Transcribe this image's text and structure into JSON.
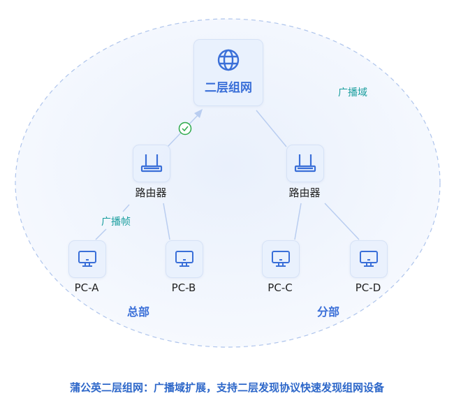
{
  "top_node": {
    "label": "二层组网",
    "icon": "globe-icon"
  },
  "routers": [
    {
      "label": "路由器",
      "icon": "router-icon"
    },
    {
      "label": "路由器",
      "icon": "router-icon"
    }
  ],
  "pcs": [
    {
      "label": "PC-A"
    },
    {
      "label": "PC-B"
    },
    {
      "label": "PC-C"
    },
    {
      "label": "PC-D"
    }
  ],
  "sites": {
    "left": "总部",
    "right": "分部"
  },
  "annotations": {
    "domain": "广播域",
    "frame": "广播帧"
  },
  "caption": "蒲公英二层组网：广播域扩展，支持二层发现协议快速发现组网设备",
  "colors": {
    "accent": "#3a6fd8",
    "teal": "#1a9e9e",
    "check": "#2eaa4a",
    "line": "#b9cdf0"
  }
}
